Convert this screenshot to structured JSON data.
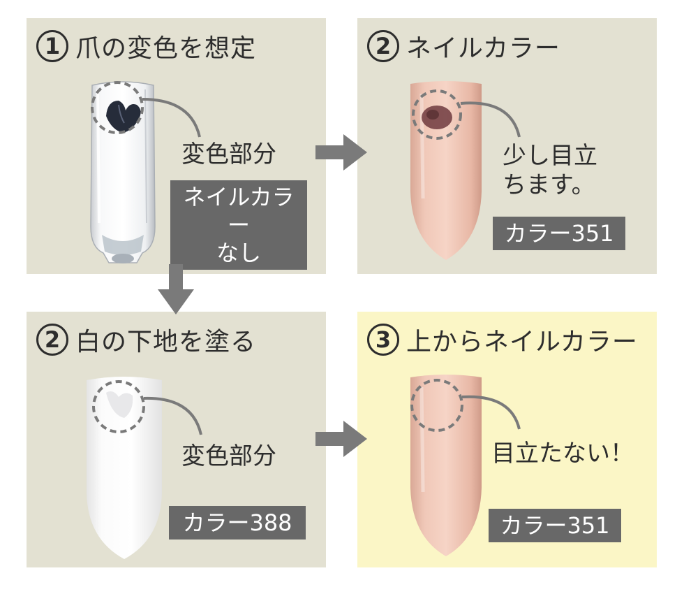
{
  "panels": [
    {
      "number": "1",
      "title": "爪の変色を想定",
      "label": "変色部分",
      "badge_lines": [
        "ネイルカラー",
        "なし"
      ]
    },
    {
      "number": "2",
      "title": "ネイルカラー",
      "label_lines": [
        "少し目立",
        "ちます。"
      ],
      "badge": "カラー351"
    },
    {
      "number": "2",
      "title": "白の下地を塗る",
      "label": "変色部分",
      "badge": "カラー388"
    },
    {
      "number": "3",
      "title": "上からネイルカラー",
      "label": "目立たない！",
      "badge": "カラー351"
    }
  ],
  "colors": {
    "panel_bg": "#e3e1d2",
    "panel_highlight_bg": "#fbf6c6",
    "badge_bg": "#686868",
    "arrow": "#7a7a7a",
    "text": "#2d2d2d"
  },
  "icons": [
    "arrow-right-icon",
    "arrow-down-icon"
  ]
}
